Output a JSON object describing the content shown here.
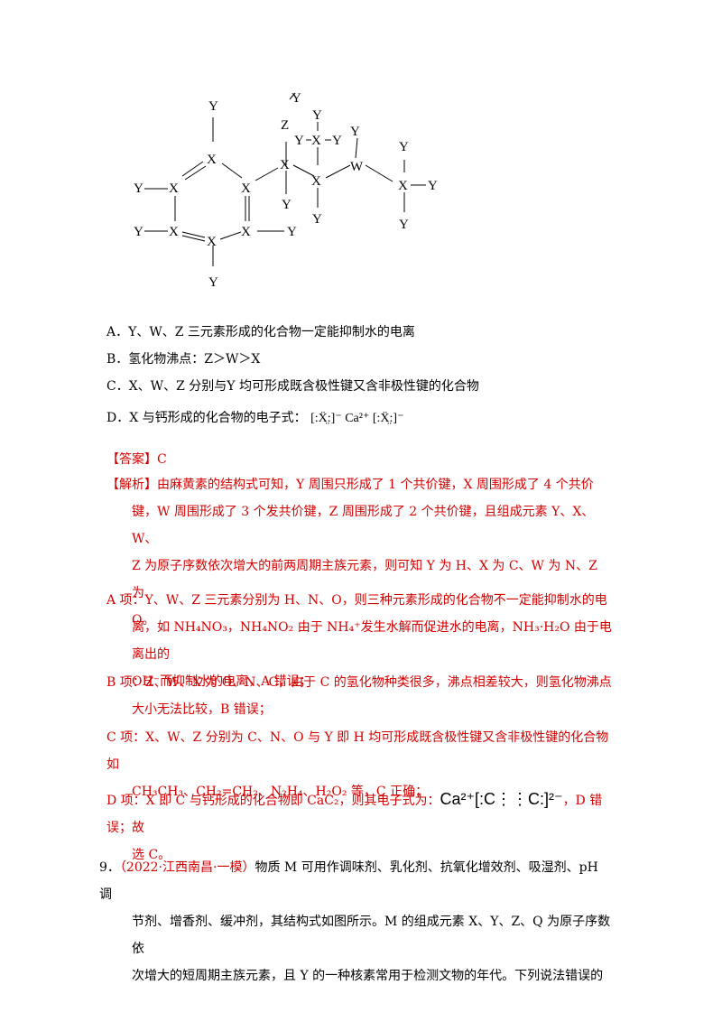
{
  "structure": {
    "atoms": {
      "x": "X",
      "y": "Y",
      "z": "Z",
      "w": "W"
    }
  },
  "options": {
    "a": "A．Y、W、Z 三元素形成的化合物一定能抑制水的电离",
    "b": "B．氢化物沸点：Z＞W＞X",
    "c": "C．X、W、Z 分别与Y  均可形成既含极性键又含非极性键的化合物",
    "d_text": "D．X 与钙形成的化合物的电子式：",
    "d_formula": "[:Ẍ̤:]⁻ Ca²⁺ [:Ẍ̤:]⁻"
  },
  "answer": {
    "label": "【答案】",
    "value": "C"
  },
  "analysis": {
    "label": "【解析】",
    "l1": "由麻黄素的结构式可知，Y 周围只形成了 1 个共价键，X 周围形成了 4 个共价",
    "l2": "键，W 周围形成了 3 个发共价键，Z 周围形成了 2 个共价键，且组成元素 Y、X、W、",
    "l3": "Z 为原子序数依次增大的前两周期主族元素，则可知 Y 为 H、X 为 C、W 为 N、Z 为",
    "l4": "O。"
  },
  "item_a": {
    "l1": "A 项：Y、W、Z 三元素分别为 H、N、O，则三种元素形成的化合物不一定能抑制水的电",
    "l2": "离，如 NH₄NO₃，NH₄NO₂ 由于 NH₄⁺发生水解而促进水的电离，NH₃·H₂O 由于电离出的",
    "l3": "OH⁻而抑制水的电离，A 错误；"
  },
  "item_b": {
    "l1": "B 项：Z、W、X 为 O、N、C，由于 C 的氢化物种类很多，沸点相差较大，则氢化物沸点",
    "l2": "大小无法比较，B 错误；"
  },
  "item_c": {
    "l1": "C 项：X、W、Z 分别为 C、N、O 与 Y 即 H 均可形成既含极性键又含非极性键的化合物如",
    "l2": "CH₃CH₃、CH₂=CH₂、N₂H₄、H₂O₂ 等，C 正确；"
  },
  "item_d": {
    "l1a": "D 项：X 即 C 与钙形成的化合物即 CaC₂，则其电子式为：",
    "formula": "Ca²⁺[:C⋮⋮C:]²⁻",
    "l1b": "，D 错误；故",
    "l2": "选 C。"
  },
  "q9": {
    "num": "9．",
    "src": "（2022·江西南昌·一模）",
    "l1": "物质 M 可用作调味剂、乳化剂、抗氧化增效剂、吸湿剂、pH 调",
    "l2": "节剂、增香剂、缓冲剂，其结构式如图所示。M 的组成元素 X、Y、Z、Q 为原子序数依",
    "l3": "次增大的短周期主族元素，且 Y 的一种核素常用于检测文物的年代。下列说法错误的"
  }
}
